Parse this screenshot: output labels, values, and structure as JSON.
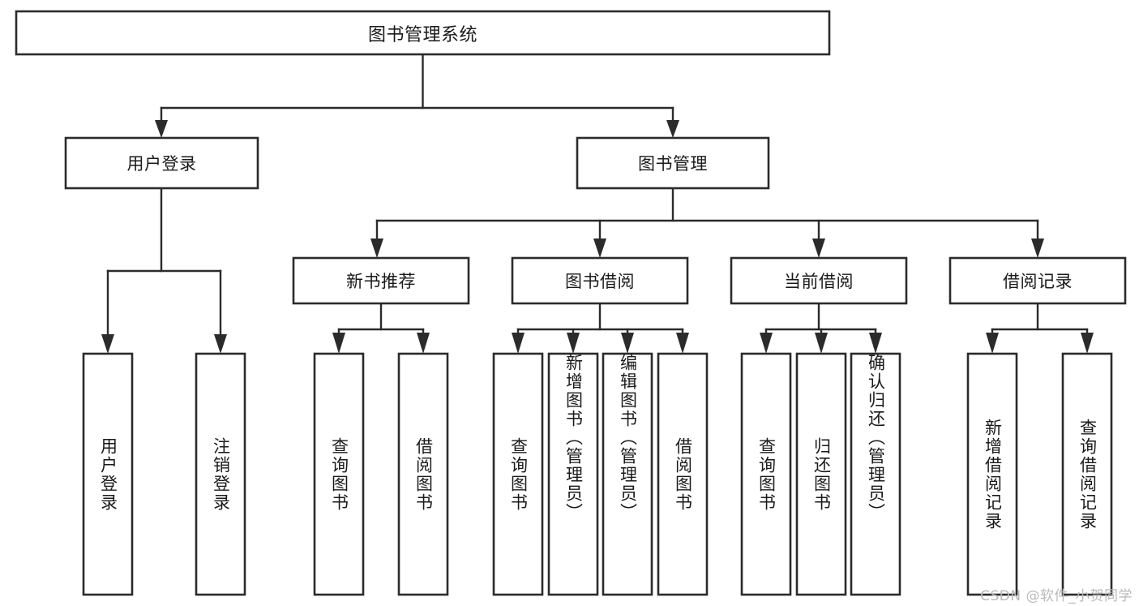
{
  "diagram": {
    "type": "tree-hierarchy",
    "title": "图书管理系统",
    "orientation": "top-down",
    "colors": {
      "box_stroke": "#2b2b2b",
      "box_fill": "#ffffff",
      "connector": "#2b2b2b",
      "text": "#1a1a1a",
      "background": "#ffffff",
      "watermark": "#b9b9b9"
    },
    "root": {
      "label": "图书管理系统"
    },
    "level2": [
      {
        "id": "user-login",
        "label": "用户登录"
      },
      {
        "id": "book-management",
        "label": "图书管理"
      }
    ],
    "level3": [
      {
        "id": "new-book-recommend",
        "label": "新书推荐",
        "parent": "book-management"
      },
      {
        "id": "book-borrow",
        "label": "图书借阅",
        "parent": "book-management"
      },
      {
        "id": "current-borrow",
        "label": "当前借阅",
        "parent": "book-management"
      },
      {
        "id": "borrow-record",
        "label": "借阅记录",
        "parent": "book-management"
      }
    ],
    "leaves": {
      "user-login": [
        {
          "id": "leaf-user-login",
          "label": "用户登录"
        },
        {
          "id": "leaf-logout",
          "label": "注销登录"
        }
      ],
      "new-book-recommend": [
        {
          "id": "leaf-query-book-1",
          "label": "查询图书"
        },
        {
          "id": "leaf-borrow-book-1",
          "label": "借阅图书"
        }
      ],
      "book-borrow": [
        {
          "id": "leaf-query-book-2",
          "label": "查询图书"
        },
        {
          "id": "leaf-add-book",
          "label": "新增图书（管理员）"
        },
        {
          "id": "leaf-edit-book",
          "label": "编辑图书（管理员）"
        },
        {
          "id": "leaf-borrow-book-2",
          "label": "借阅图书"
        }
      ],
      "current-borrow": [
        {
          "id": "leaf-query-book-3",
          "label": "查询图书"
        },
        {
          "id": "leaf-return-book",
          "label": "归还图书"
        },
        {
          "id": "leaf-confirm-return",
          "label": "确认归还（管理员）"
        }
      ],
      "borrow-record": [
        {
          "id": "leaf-add-record",
          "label": "新增借阅记录"
        },
        {
          "id": "leaf-query-record",
          "label": "查询借阅记录"
        }
      ]
    }
  },
  "watermark": {
    "text": "CSDN @软件_小贺同学"
  }
}
